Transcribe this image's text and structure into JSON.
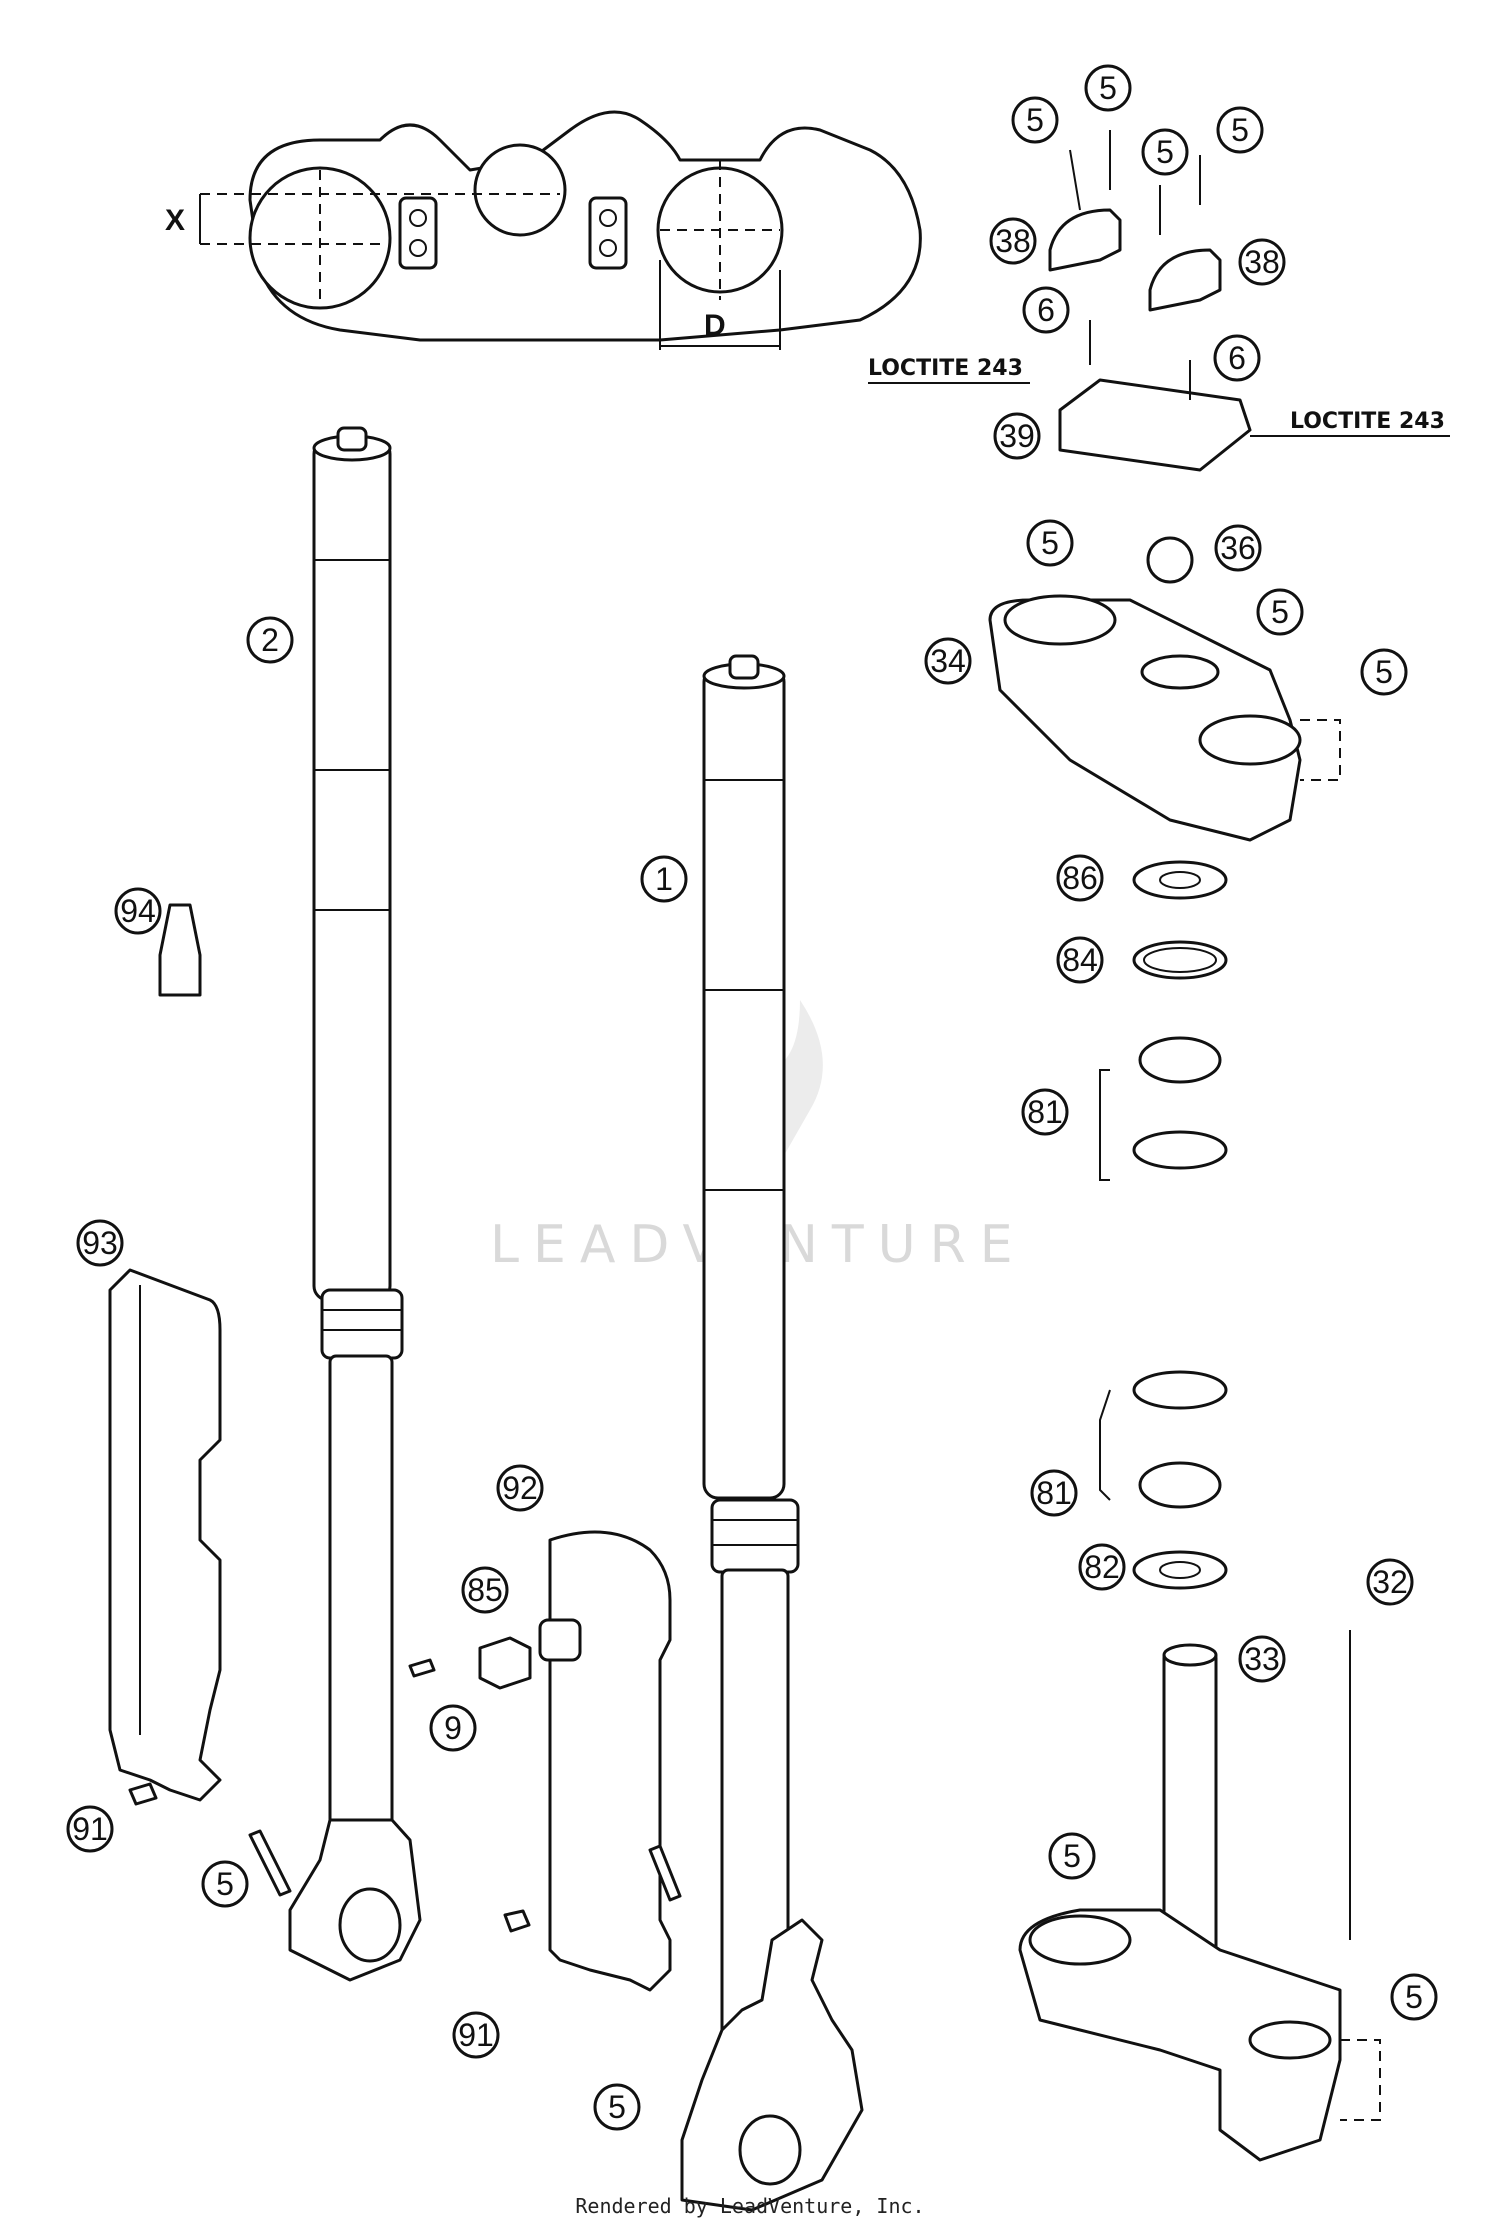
{
  "callouts": {
    "c1": "1",
    "c2": "2",
    "c5a": "5",
    "c5b": "5",
    "c5c": "5",
    "c5d": "5",
    "c5e": "5",
    "c5f": "5",
    "c5g": "5",
    "c5h": "5",
    "c5i": "5",
    "c5j": "5",
    "c5k": "5",
    "c6a": "6",
    "c6b": "6",
    "c9": "9",
    "c32": "32",
    "c33": "33",
    "c34": "34",
    "c36": "36",
    "c38a": "38",
    "c38b": "38",
    "c39": "39",
    "c81a": "81",
    "c81b": "81",
    "c82": "82",
    "c84": "84",
    "c85": "85",
    "c86": "86",
    "c91a": "91",
    "c91b": "91",
    "c92": "92",
    "c93": "93",
    "c94": "94"
  },
  "labels": {
    "loctite_left": "LOCTITE 243",
    "loctite_right": "LOCTITE 243",
    "dim_x": "X",
    "dim_d": "D"
  },
  "watermark": "LEADVENTURE",
  "footer": "Rendered by LeadVenture, Inc."
}
